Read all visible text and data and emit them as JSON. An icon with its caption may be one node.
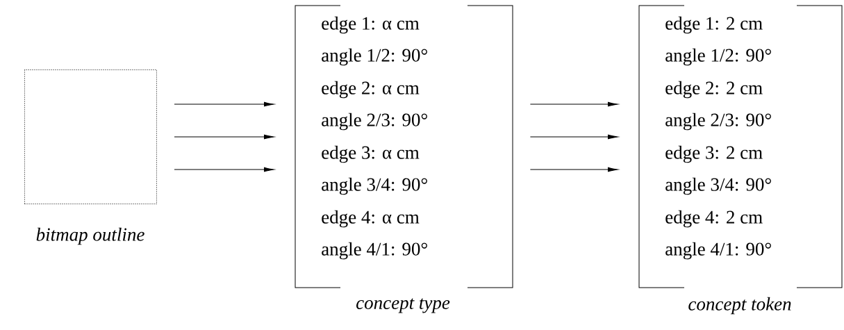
{
  "diagram": {
    "nodes": [
      {
        "text": [],
        "shape": "box",
        "beside": [
          "bitmap outline"
        ]
      },
      {
        "text": [
          "edge 1: α cm",
          "angle 1/2: 90°",
          "edge 2: α cm",
          "angle 2/3: 90°",
          "edge 3: α cm",
          "angle 3/4: 90°",
          "edge 4: α cm",
          "angle 4/1: 90°"
        ],
        "beside": [
          "concept type"
        ]
      },
      {
        "text": [
          "edge 1: 2 cm",
          "angle 1/2: 90°",
          "edge 2: 2 cm",
          "angle 2/3: 90°",
          "edge 3: 2 cm",
          "angle 3/4: 90°",
          "edge 4: 2 cm",
          "angle 4/1: 90°"
        ],
        "beside": [
          "concept token"
        ]
      }
    ],
    "edges": [
      {
        "from": 0,
        "to": 1,
        "arrow": "to"
      },
      {
        "from": 0,
        "to": 1,
        "arrow": "to"
      },
      {
        "from": 0,
        "to": 1,
        "arrow": "to"
      },
      {
        "from": 1,
        "to": 2,
        "arrow": "to"
      },
      {
        "from": 1,
        "to": 2,
        "arrow": "to"
      },
      {
        "from": 1,
        "to": 2,
        "arrow": "to"
      }
    ]
  }
}
